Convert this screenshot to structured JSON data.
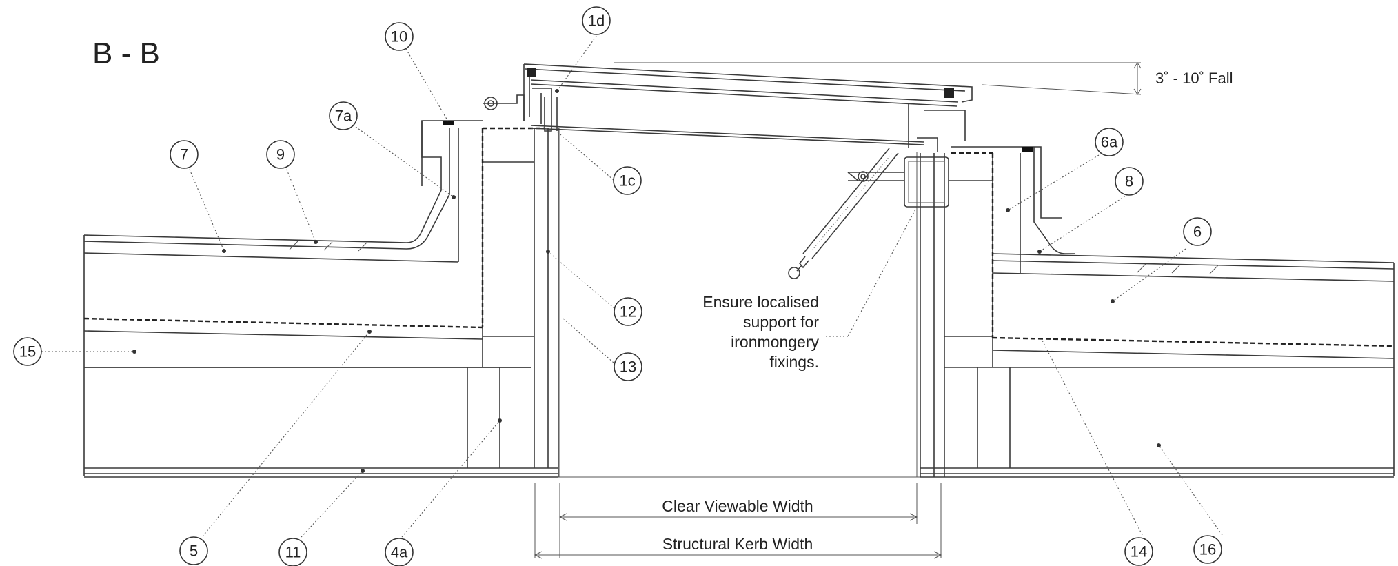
{
  "title": "B - B",
  "fall_label": "3˚ - 10˚ Fall",
  "note_lines": [
    "Ensure localised",
    "support for",
    "ironmongery",
    "fixings."
  ],
  "dimensions": {
    "clear_viewable_width": "Clear Viewable Width",
    "structural_kerb_width": "Structural Kerb Width"
  },
  "callouts": [
    "10",
    "1d",
    "7a",
    "7",
    "9",
    "1c",
    "6a",
    "8",
    "6",
    "12",
    "15",
    "13",
    "5",
    "11",
    "4a",
    "14",
    "16"
  ]
}
